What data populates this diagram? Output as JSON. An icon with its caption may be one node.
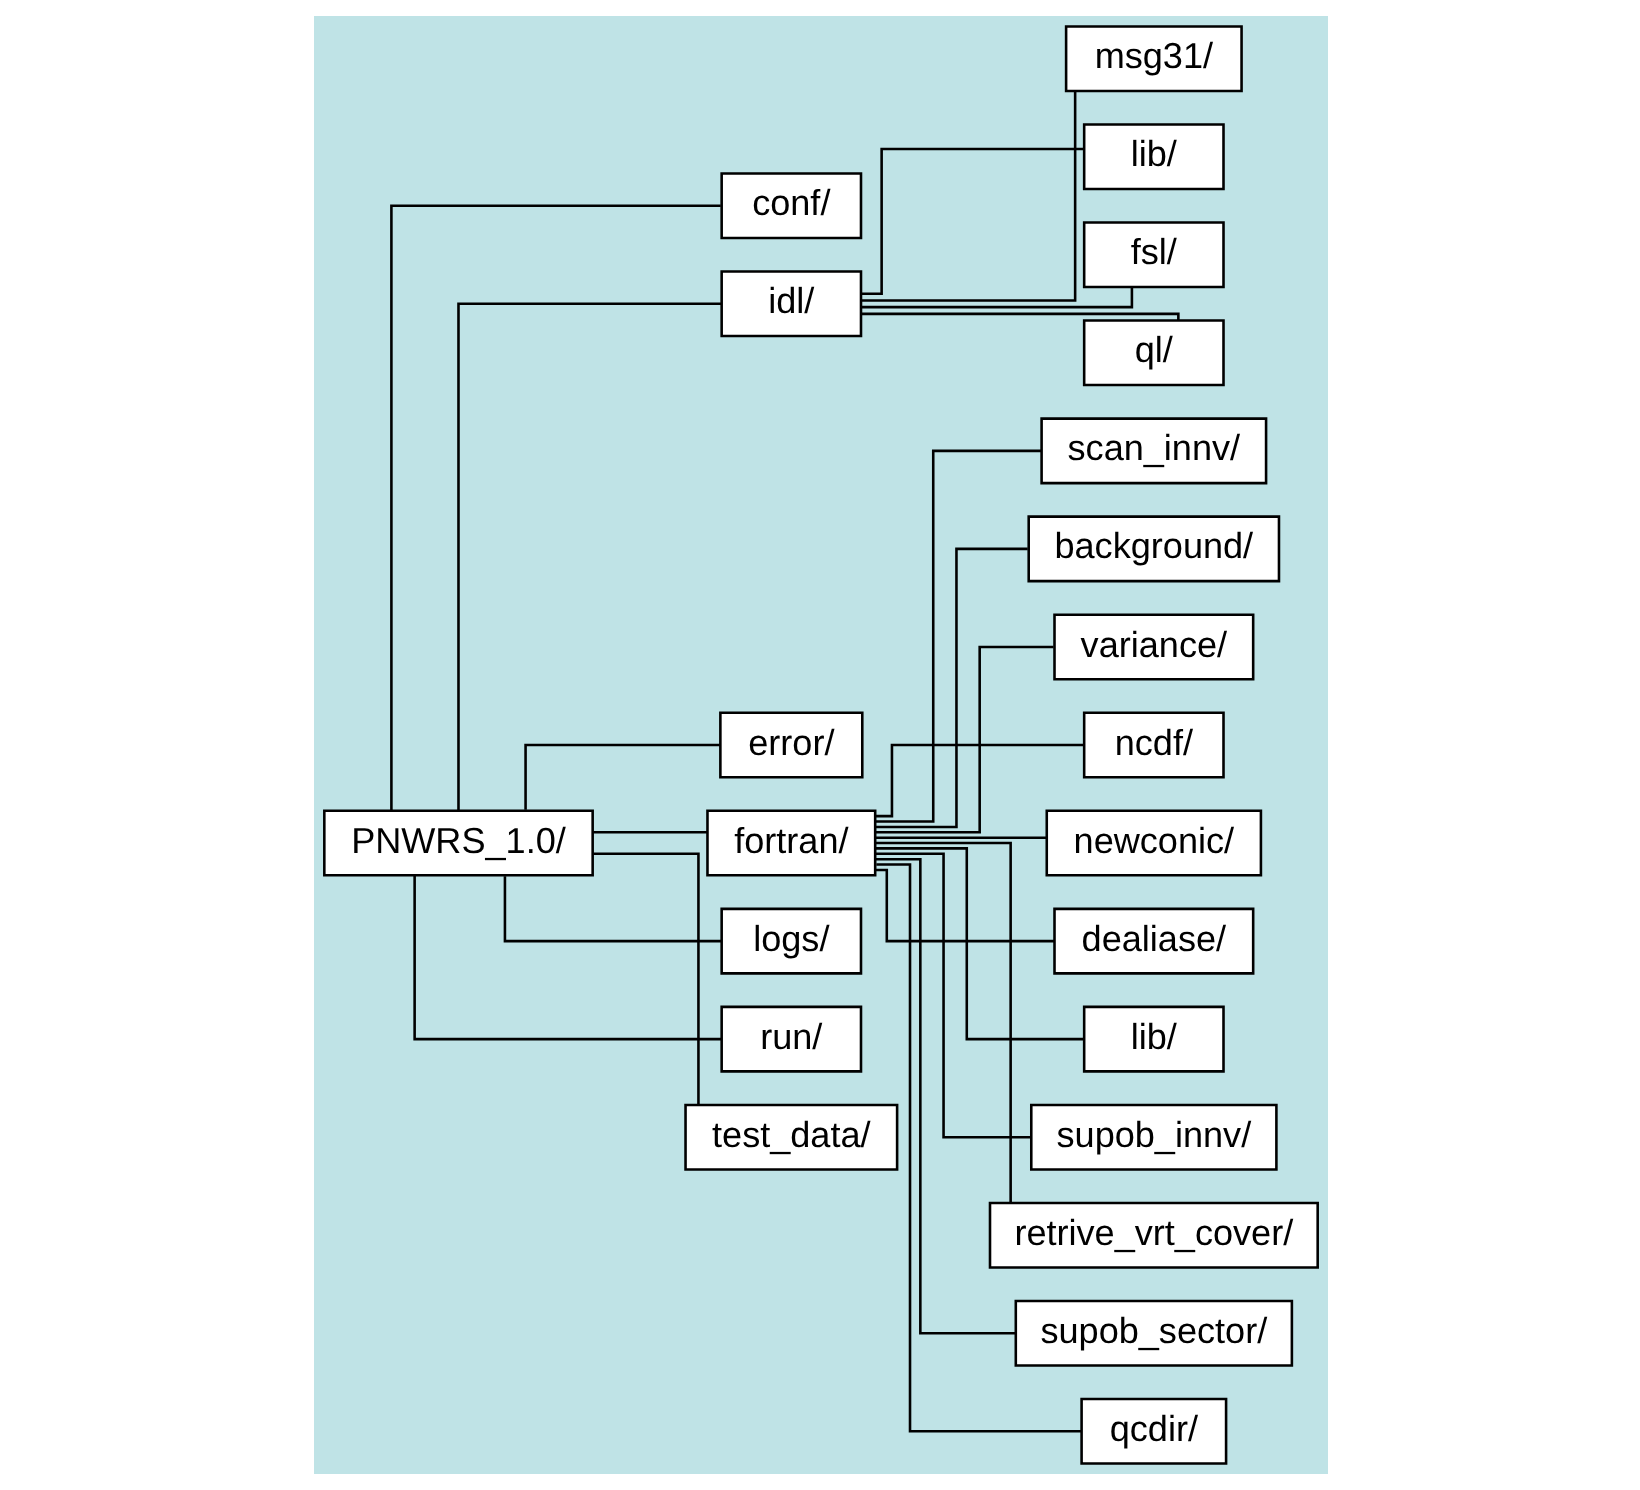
{
  "diagram": {
    "nodes": [
      {
        "text": [
          "PNWRS_1.0/"
        ]
      },
      {
        "text": [
          "conf/"
        ]
      },
      {
        "text": [
          "idl/"
        ]
      },
      {
        "text": [
          "error/"
        ]
      },
      {
        "text": [
          "fortran/"
        ]
      },
      {
        "text": [
          "logs/"
        ]
      },
      {
        "text": [
          "run/"
        ]
      },
      {
        "text": [
          "test_data/"
        ]
      },
      {
        "text": [
          "msg31/"
        ]
      },
      {
        "text": [
          "lib/"
        ]
      },
      {
        "text": [
          "fsl/"
        ]
      },
      {
        "text": [
          "ql/"
        ]
      },
      {
        "text": [
          "scan_innv/"
        ]
      },
      {
        "text": [
          "background/"
        ]
      },
      {
        "text": [
          "variance/"
        ]
      },
      {
        "text": [
          "ncdf/"
        ]
      },
      {
        "text": [
          "newconic/"
        ]
      },
      {
        "text": [
          "dealiase/"
        ]
      },
      {
        "text": [
          "lib/"
        ]
      },
      {
        "text": [
          "supob_innv/"
        ]
      },
      {
        "text": [
          "retrive_vrt_cover/"
        ]
      },
      {
        "text": [
          "supob_sector/"
        ]
      },
      {
        "text": [
          "qcdir/"
        ]
      }
    ],
    "edges": [
      {
        "from": 0,
        "to": 1,
        "arrow": "none"
      },
      {
        "from": 0,
        "to": 2,
        "arrow": "none"
      },
      {
        "from": 0,
        "to": 3,
        "arrow": "none"
      },
      {
        "from": 0,
        "to": 4,
        "arrow": "none"
      },
      {
        "from": 0,
        "to": 5,
        "arrow": "none"
      },
      {
        "from": 0,
        "to": 6,
        "arrow": "none"
      },
      {
        "from": 0,
        "to": 7,
        "arrow": "none"
      },
      {
        "from": 2,
        "to": 8,
        "arrow": "none"
      },
      {
        "from": 2,
        "to": 9,
        "arrow": "none"
      },
      {
        "from": 2,
        "to": 10,
        "arrow": "none"
      },
      {
        "from": 2,
        "to": 11,
        "arrow": "none"
      },
      {
        "from": 4,
        "to": 12,
        "arrow": "none"
      },
      {
        "from": 4,
        "to": 13,
        "arrow": "none"
      },
      {
        "from": 4,
        "to": 14,
        "arrow": "none"
      },
      {
        "from": 4,
        "to": 15,
        "arrow": "none"
      },
      {
        "from": 4,
        "to": 16,
        "arrow": "none"
      },
      {
        "from": 4,
        "to": 17,
        "arrow": "none"
      },
      {
        "from": 4,
        "to": 18,
        "arrow": "none"
      },
      {
        "from": 4,
        "to": 19,
        "arrow": "none"
      },
      {
        "from": 4,
        "to": 20,
        "arrow": "none"
      },
      {
        "from": 4,
        "to": 21,
        "arrow": "none"
      },
      {
        "from": 4,
        "to": 22,
        "arrow": "none"
      }
    ]
  }
}
